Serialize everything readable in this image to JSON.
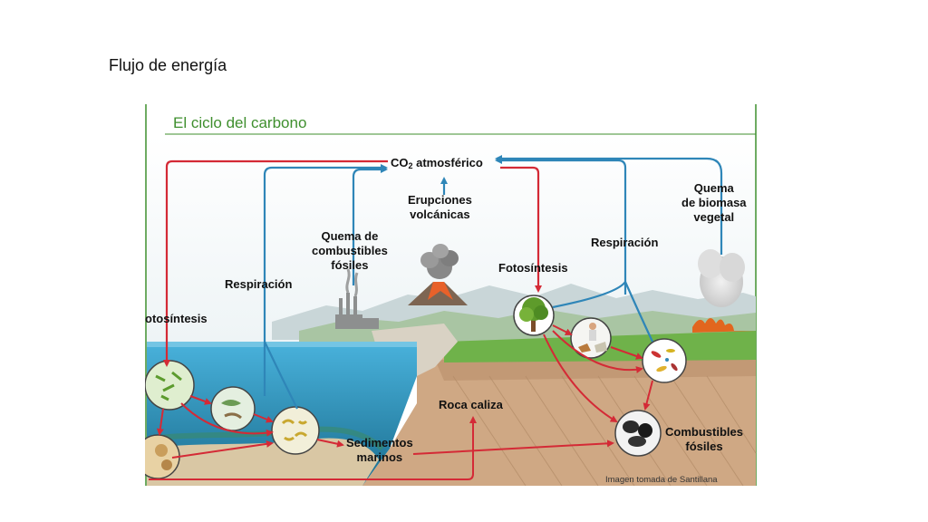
{
  "slide": {
    "title": "Flujo de energía"
  },
  "figure": {
    "title": "El ciclo del carbono",
    "credit": "Imagen tomada de Santillana",
    "labels": {
      "co2_main": "CO",
      "co2_sub": "2",
      "co2_rest": " atmosférico",
      "erupciones_1": "Erupciones",
      "erupciones_2": "volcánicas",
      "quema_comb_1": "Quema de",
      "quema_comb_2": "combustibles",
      "quema_comb_3": "fósiles",
      "quema_bio_1": "Quema",
      "quema_bio_2": "de biomasa",
      "quema_bio_3": "vegetal",
      "respiracion_left": "Respiración",
      "respiracion_right": "Respiración",
      "fotosintesis_left": "otosíntesis",
      "fotosintesis_right": "Fotosíntesis",
      "roca_caliza": "Roca caliza",
      "sedimentos_1": "Sedimentos",
      "sedimentos_2": "marinos",
      "combustibles_1": "Combustibles",
      "combustibles_2": "fósiles"
    },
    "colors": {
      "title_green": "#3f8f2e",
      "arrow_red": "#d42a36",
      "arrow_blue": "#2f86b8",
      "sea": "#3aa0cf",
      "ground": "#cfa884"
    }
  }
}
